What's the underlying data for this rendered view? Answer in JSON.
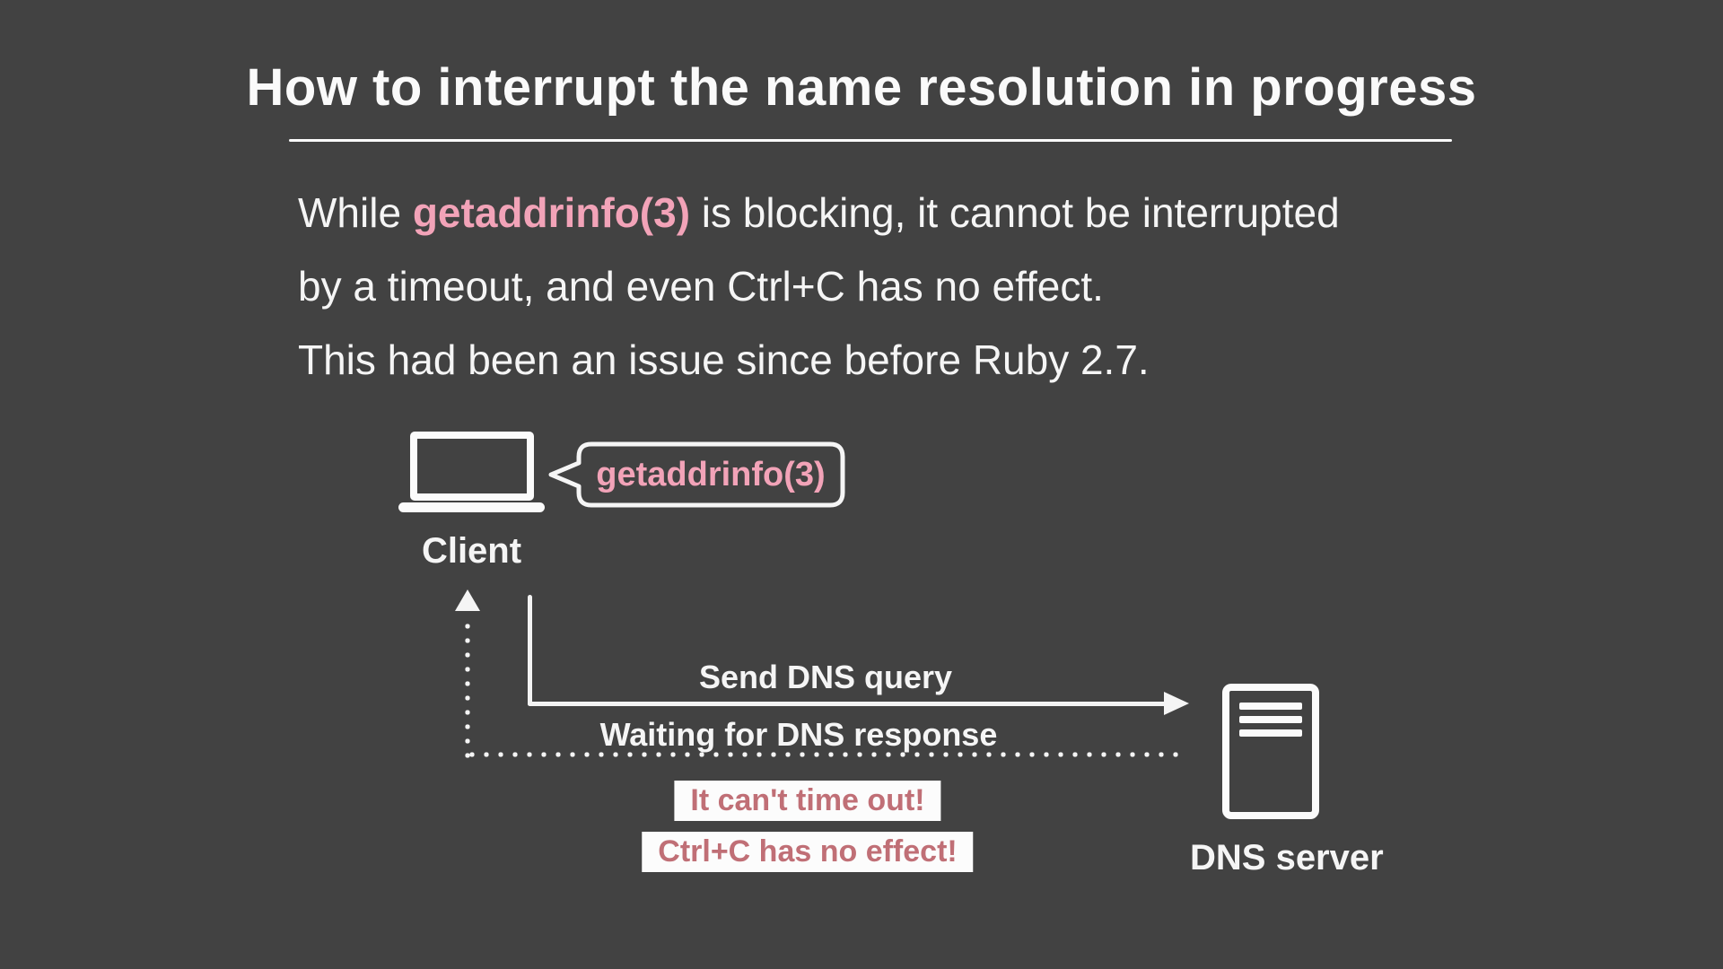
{
  "slide": {
    "title": "How to interrupt the name resolution in progress",
    "paragraph": {
      "line1_prefix": "While ",
      "keyword": "getaddrinfo(3)",
      "line1_suffix": " is blocking, it cannot be interrupted",
      "line2": "by a timeout, and even Ctrl+C has no effect.",
      "line3": "This had been an issue since before Ruby 2.7."
    }
  },
  "diagram": {
    "client_label": "Client",
    "bubble_text": "getaddrinfo(3)",
    "send_query_label": "Send DNS query",
    "waiting_label": "Waiting for DNS response",
    "callout1": "It can't time out!",
    "callout2": "Ctrl+C has no effect!",
    "server_label": "DNS server"
  },
  "colors": {
    "background": "#424242",
    "text": "#f5f5f5",
    "accent_pink": "#f2a3b8",
    "callout_rose": "#c06f76",
    "callout_bg": "#fcfcfc"
  }
}
